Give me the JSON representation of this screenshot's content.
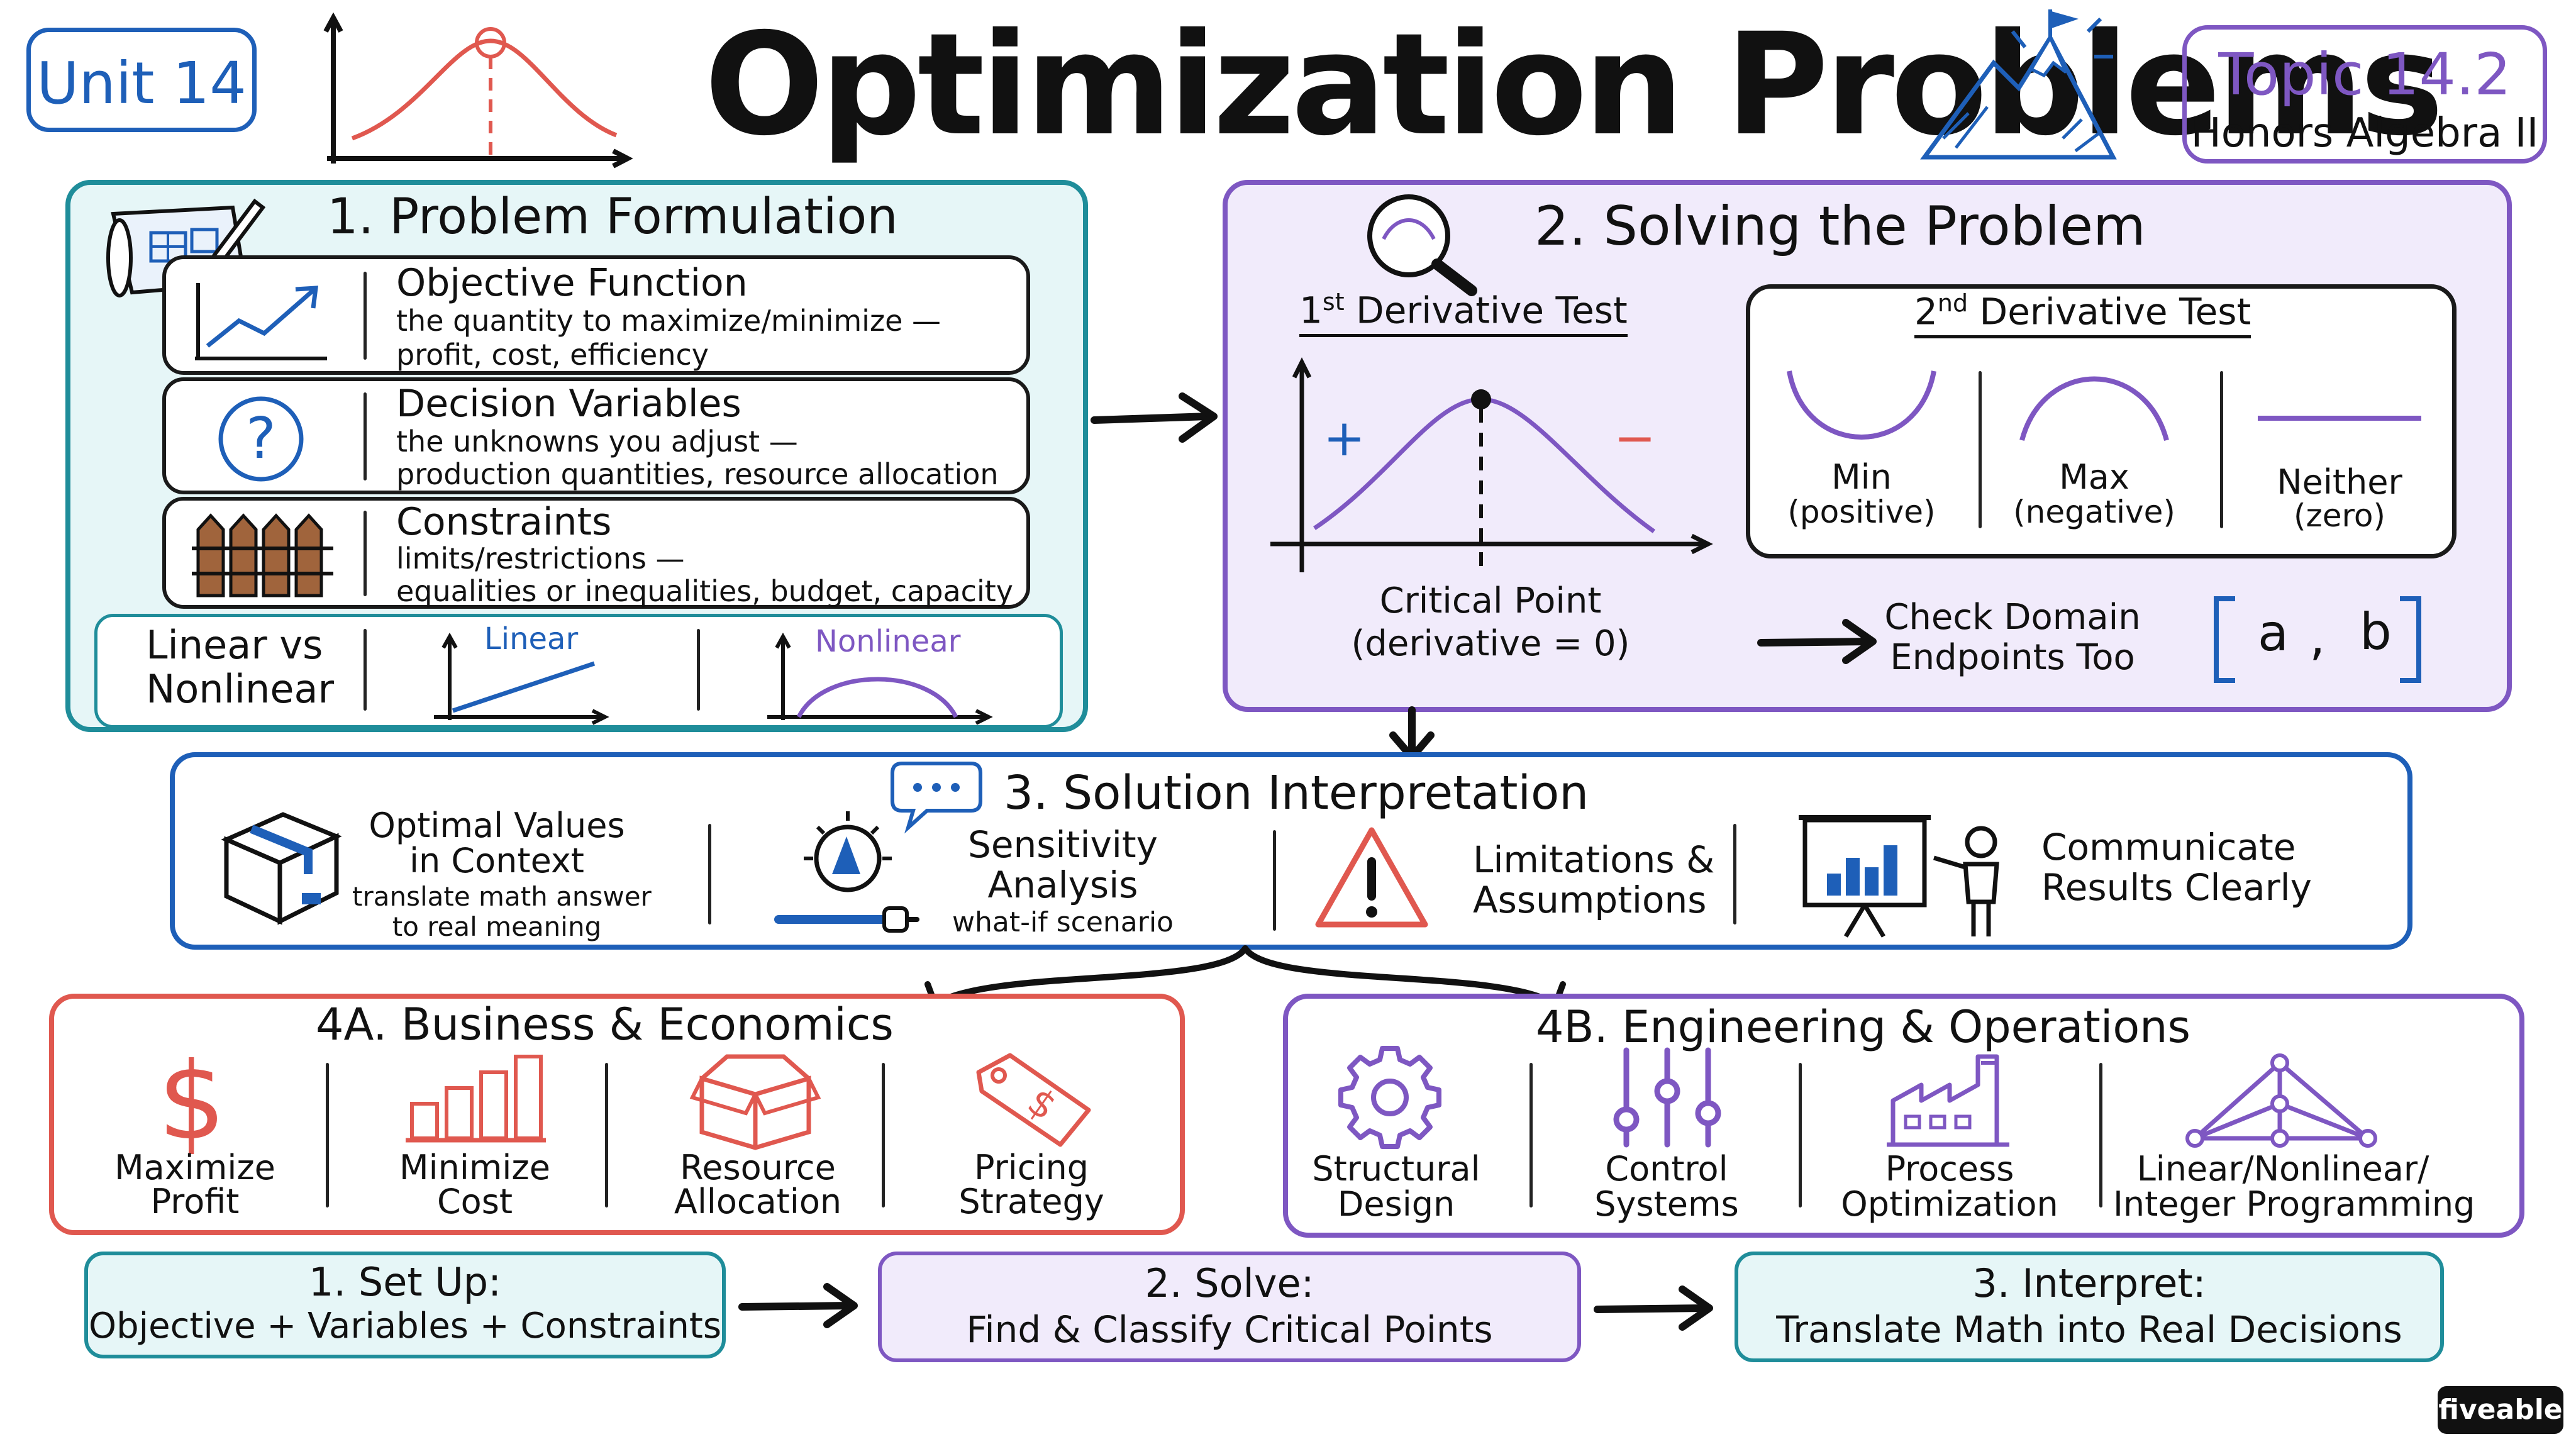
{
  "header": {
    "unit_badge": "Unit 14",
    "title": "Optimization Problems",
    "topic": "Topic 14.2",
    "course": "Honors Algebra II"
  },
  "section1": {
    "title": "1.  Problem Formulation",
    "objective": {
      "title": "Objective Function",
      "line1": "the quantity to maximize/minimize —",
      "line2": "profit, cost, efficiency"
    },
    "variables": {
      "title": "Decision Variables",
      "line1": "the unknowns you adjust —",
      "line2": "production quantities, resource allocation"
    },
    "constraints": {
      "title": "Constraints",
      "line1": "limits/restrictions —",
      "line2": "equalities or inequalities, budget, capacity"
    },
    "linear_vs": {
      "line1": "Linear vs",
      "line2": "Nonlinear",
      "linear_label": "Linear",
      "nonlinear_label": "Nonlinear"
    }
  },
  "section2": {
    "title": "2.  Solving the Problem",
    "first_test": {
      "prefix": "1",
      "sup": "st",
      "label": " Derivative Test"
    },
    "plus": "+",
    "minus": "−",
    "critical_line1": "Critical Point",
    "critical_line2": "(derivative = 0)",
    "second_test": {
      "prefix": "2",
      "sup": "nd",
      "label": " Derivative Test"
    },
    "min": {
      "line1": "Min",
      "line2": "(positive)"
    },
    "max": {
      "line1": "Max",
      "line2": "(negative)"
    },
    "neither": {
      "line1": "Neither",
      "line2": "(zero)"
    },
    "check_line1": "Check Domain",
    "check_line2": "Endpoints Too",
    "interval_a": "a",
    "interval_comma": ",",
    "interval_b": "b"
  },
  "section3": {
    "title": "3.  Solution Interpretation",
    "optimal": {
      "line1": "Optimal Values",
      "line2": "in Context",
      "line3": "translate math answer",
      "line4": "to real meaning"
    },
    "sensitivity": {
      "line1": "Sensitivity",
      "line2": "Analysis",
      "line3": "what-if scenario"
    },
    "limitations": {
      "line1": "Limitations &",
      "line2": "Assumptions"
    },
    "communicate": {
      "line1": "Communicate",
      "line2": "Results Clearly"
    }
  },
  "section4a": {
    "title": "4A.  Business & Economics",
    "items": [
      {
        "line1": "Maximize",
        "line2": "Profit"
      },
      {
        "line1": "Minimize",
        "line2": "Cost"
      },
      {
        "line1": "Resource",
        "line2": "Allocation"
      },
      {
        "line1": "Pricing",
        "line2": "Strategy"
      }
    ]
  },
  "section4b": {
    "title": "4B.  Engineering & Operations",
    "items": [
      {
        "line1": "Structural",
        "line2": "Design"
      },
      {
        "line1": "Control",
        "line2": "Systems"
      },
      {
        "line1": "Process",
        "line2": "Optimization"
      },
      {
        "line1": "Linear/Nonlinear/",
        "line2": "Integer Programming"
      }
    ]
  },
  "steps": [
    {
      "line1": "1. Set Up:",
      "line2": "Objective + Variables + Constraints"
    },
    {
      "line1": "2. Solve:",
      "line2": "Find & Classify Critical Points"
    },
    {
      "line1": "3. Interpret:",
      "line2": "Translate Math into Real Decisions"
    }
  ],
  "brand": "fiveable",
  "colors": {
    "teal_border": "#1f8d9a",
    "teal_fill": "#e6f6f7",
    "purple_border": "#7e57c2",
    "purple_fill": "#f1ebfb",
    "blue_border": "#1e5fb8",
    "red_border": "#e0584f",
    "red_icon": "#e0584f"
  }
}
